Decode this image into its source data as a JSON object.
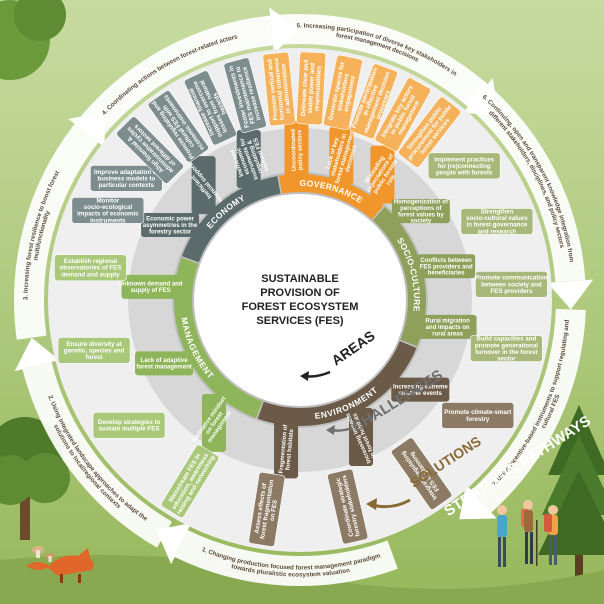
{
  "center": {
    "line1": "SUSTAINABLE",
    "line2": "PROVISION OF",
    "line3": "FOREST ECOSYSTEM",
    "line4": "SERVICES (FES)"
  },
  "labels": {
    "areas": "AREAS",
    "challenges": "CHALLENGES",
    "solutions": "SOLUTIONS",
    "strategic_pathways": "STRATEGIC PATHWAYS"
  },
  "colors": {
    "economy": "#5b6b6b",
    "governance": "#f0962a",
    "socio_culture": "#8ea05a",
    "environment": "#6b5a48",
    "management": "#8fb55a",
    "ring_inner": "#d4d4d4",
    "ring_outer": "#e6e6e6",
    "background": "#a7c474",
    "arrow": "#ffffff"
  },
  "sectors": [
    {
      "key": "economy",
      "name": "ECONOMY",
      "color": "#5b6b6b",
      "light": "#7d8c8c",
      "challenges": [
        "Economic power asymmetries in the forestry sector",
        "Inefficient financial support",
        "Inefficient economic instruments for regulating & cultural FES"
      ],
      "solutions": [
        "Monitor socio-ecological impacts of economic instruments",
        "Improve adaptation of business models to particular contexts",
        "Align financial & administrative cycles of different sectors",
        "Promote regulating and cultural FES with economic instruments",
        "Increase financial support to overcome losses from natural hazards",
        "Foster investments in FES maintenance to increase resilience"
      ]
    },
    {
      "key": "governance",
      "name": "GOVERNANCE",
      "color": "#f0962a",
      "light": "#f6b25a",
      "challenges": [
        "Uncoordinated policy sectors",
        "Lack of key stakeholders in forest management decisions",
        "Misleading expectations of public forests role"
      ],
      "solutions": [
        "Promote vertical and horizontal coherence in administration",
        "Delineate clear and stable power and responsibilities",
        "Generate spaces for stakeholders engagement",
        "Promote participation in effective management decision processes",
        "Integrate key actors in public forest management",
        "Strengthen public procurement for public forest services"
      ]
    },
    {
      "key": "socio",
      "name": "SOCIO-CULTURE",
      "color": "#8ea05a",
      "light": "#a8b87a",
      "challenges": [
        "Homogenization of perceptions of forest values by society",
        "Conflicts between FES providers and beneficiaries",
        "Rural migration and impacts on rural areas"
      ],
      "solutions": [
        "Implement practices for (re)connecting people with forests",
        "Strengthen socio-cultural values in forest governance and research",
        "Promote communication between society and FES providers",
        "Build capacities and promote generational turnover in the forest sector"
      ]
    },
    {
      "key": "environment",
      "name": "ENVIRONMENT",
      "color": "#6b5a48",
      "light": "#8c7a64",
      "challenges": [
        "Increasing extreme weather events",
        "Increasing impacts in forest habitats",
        "Fragmentation of forest habitats"
      ],
      "solutions": [
        "Promote climate-smart forestry",
        "Integrate regulating FES in planning",
        "Coordinate strategic forestry stakeholders",
        "Assess effects of forest fragmentation on FES"
      ]
    },
    {
      "key": "management",
      "name": "MANAGEMENT",
      "color": "#8fb55a",
      "light": "#a9c87a",
      "challenges": [
        "Normative mindset on forest management",
        "Lack of adaptive forest management",
        "Unknown demand and supply of FES"
      ],
      "solutions": [
        "Mainstream FES in education, awareness raising and networking",
        "Develop strategies to sustain multiple FES",
        "Ensure diversity at genetic, species and forest",
        "Establish regional observatories of FES demand and supply"
      ]
    }
  ],
  "pathways": [
    "1. Changing production focused forest management paradigm towards pluralistic ecosystem valuation",
    "2. Using integrated landscape approaches to adapt the solutions to local/regional contexts",
    "3. Increasing forest resilience to boost forest multifunctionality",
    "4. Coordinating actions between forest-related actors",
    "5. Increasing participation of diverse key stakeholders in forest management decisions",
    "6. Continuing, open and transparent knowledge integration from different stakeholders, disciplines, and policy sectors",
    "7. Using incentive-based instruments to support regulating and cultural FES"
  ]
}
